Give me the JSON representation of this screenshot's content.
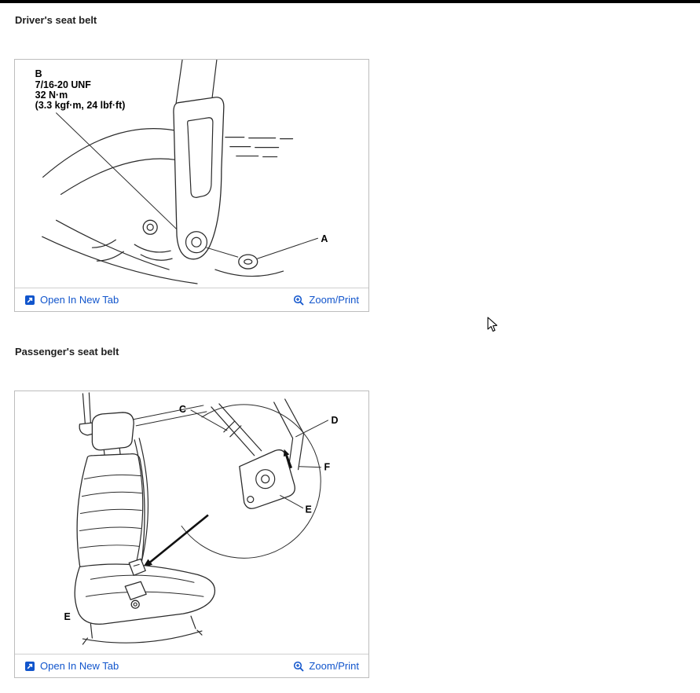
{
  "driver": {
    "heading": "Driver's seat belt",
    "figure": {
      "label_b": "B",
      "thread_spec": "7/16-20 UNF",
      "torque_metric": "32 N·m",
      "torque_imperial": "(3.3 kgf·m, 24 lbf·ft)",
      "label_a": "A",
      "open_link": "Open In New Tab",
      "zoom_link": "Zoom/Print"
    }
  },
  "passenger": {
    "heading": "Passenger's seat belt",
    "figure": {
      "label_c": "C",
      "label_d": "D",
      "label_f": "F",
      "label_e_upper": "E",
      "label_e_lower": "E",
      "open_link": "Open In New Tab",
      "zoom_link": "Zoom/Print"
    }
  },
  "colors": {
    "link": "#1155cc",
    "card_border": "#bdbdbd",
    "top_bar": "#000000",
    "line_art": "#2b2b2b"
  }
}
